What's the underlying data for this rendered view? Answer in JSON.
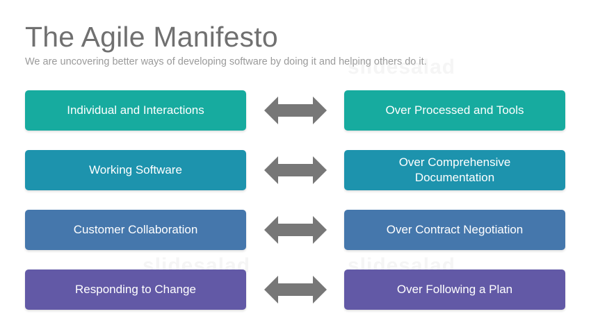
{
  "header": {
    "title": "The Agile Manifesto",
    "subtitle": "We are uncovering better ways of developing software by doing it and helping others do it."
  },
  "watermark": "slidesalad",
  "arrow_color": "#777777",
  "rows": [
    {
      "left": "Individual and Interactions",
      "right": "Over Processed and Tools",
      "color": "#17ab9f"
    },
    {
      "left": "Working Software",
      "right": "Over Comprehensive Documentation",
      "color": "#1d93ad"
    },
    {
      "left": "Customer Collaboration",
      "right": "Over Contract Negotiation",
      "color": "#4577ac"
    },
    {
      "left": "Responding to Change",
      "right": "Over Following a Plan",
      "color": "#6259a6"
    }
  ]
}
